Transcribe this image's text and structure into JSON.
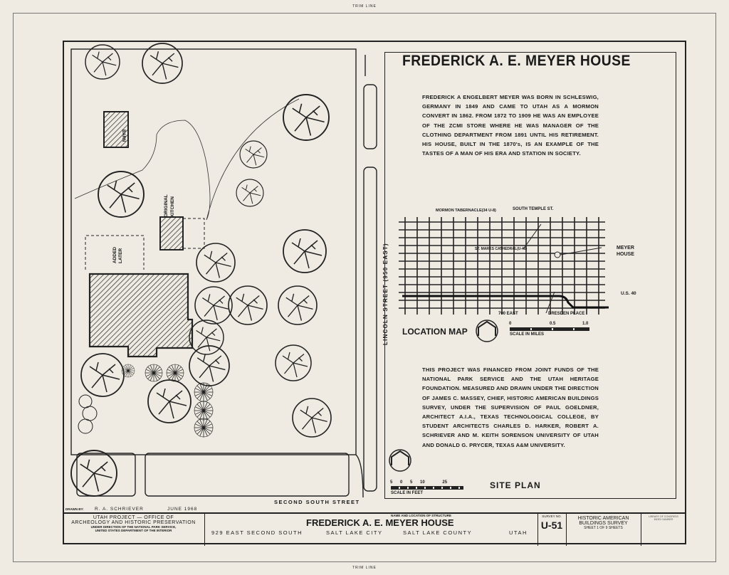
{
  "trim_line": "TRIM LINE",
  "title": "FREDERICK A. E. MEYER HOUSE",
  "description": "FREDERICK A ENGELBERT MEYER WAS BORN IN SCHLESWIG, GERMANY IN 1849 AND CAME TO UTAH AS A MORMON CONVERT IN 1862. FROM 1872 TO 1909 HE WAS AN EMPLOYEE OF THE ZCMI STORE WHERE HE WAS MANAGER OF THE CLOTHING DEPARTMENT FROM 1891 UNTIL HIS RETIREMENT. HIS HOUSE, BUILT IN THE 1870's, IS AN EXAMPLE OF THE TASTES OF A MAN OF HIS ERA AND STATION IN SOCIETY.",
  "location_map": {
    "title": "LOCATION MAP",
    "labels": {
      "tabernacle": "MORMON TABERNACLE(34 U-8)",
      "south_temple": "SOUTH TEMPLE ST.",
      "cathedral": "ST. MARKS CATHEDRAL(U-40)",
      "meyer": "MEYER",
      "house": "HOUSE",
      "us40": "U.S. 40",
      "east700": "700 EAST",
      "dresden": "DRESDEN PLACE"
    },
    "scale": {
      "t0": "0",
      "t1": "0.5",
      "t2": "1.0",
      "label": "SCALE IN MILES"
    }
  },
  "credits": "THIS PROJECT WAS FINANCED FROM JOINT FUNDS OF THE NATIONAL PARK SERVICE AND THE UTAH HERITAGE FOUNDATION. MEASURED AND DRAWN UNDER THE DIRECTION OF JAMES C. MASSEY, CHIEF, HISTORIC AMERICAN BUILDINGS SURVEY, UNDER THE SUPERVISION OF PAUL GOELDNER, ARCHITECT A.I.A., TEXAS TECHNOLOGICAL COLLEGE, BY STUDENT ARCHITECTS CHARLES D. HARKER, ROBERT A. SCHRIEVER AND M. KEITH SORENSON UNIVERSITY OF UTAH AND DONALD G. PRYCER, TEXAS A&M UNIVERSITY.",
  "site_plan": {
    "title": "SITE PLAN",
    "barn": "BARN",
    "kitchen1": "ORIGINAL",
    "kitchen2": "KITCHEN",
    "added1": "ADDED",
    "added2": "LATER",
    "lincoln": "LINCOLN STREET (950 EAST)",
    "second_south": "SECOND SOUTH STREET",
    "scale": {
      "ticks": [
        "5",
        "0",
        "5",
        "10",
        "25"
      ],
      "label": "SCALE IN FEET"
    }
  },
  "title_block": {
    "drawn_by_label": "DRAWN BY:",
    "drawn_by": "R. A. SCHRIEVER",
    "date": "JUNE 1968",
    "office1": "UTAH PROJECT — OFFICE OF",
    "office2": "ARCHEOLOGY AND HISTORIC PRESERVATION",
    "office3": "UNDER DIRECTION OF THE NATIONAL PARK SERVICE,",
    "office4": "UNITED STATES DEPARTMENT OF THE INTERIOR",
    "name_label": "NAME AND LOCATION OF STRUCTURE",
    "name": "FREDERICK A. E. MEYER HOUSE",
    "address": "929 EAST SECOND SOUTH",
    "city": "SALT LAKE CITY",
    "county": "SALT LAKE COUNTY",
    "state": "UTAH",
    "survey_label": "SURVEY NO.",
    "survey_no": "U-51",
    "habs1": "HISTORIC AMERICAN",
    "habs2": "BUILDINGS SURVEY",
    "sheet": "SHEET 1 OF 9 SHEETS",
    "loc1": "LIBRARY OF CONGRESS",
    "loc2": "INDEX NUMBER"
  }
}
